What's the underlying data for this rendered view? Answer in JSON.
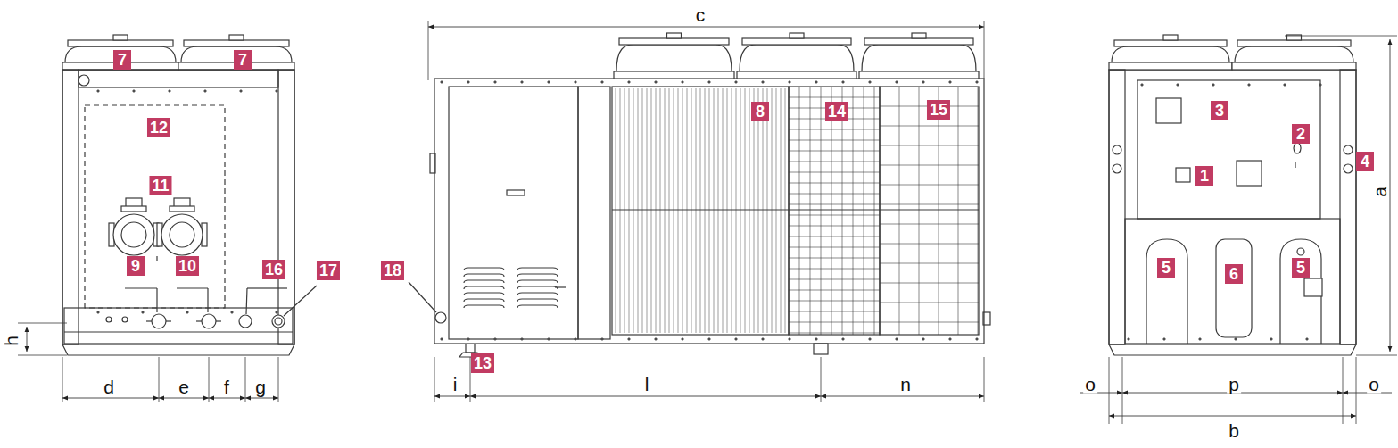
{
  "diagram": {
    "labels": [
      "7",
      "7",
      "12",
      "11",
      "9",
      "10",
      "16",
      "17",
      "h",
      "d",
      "e",
      "f",
      "g",
      "c",
      "8",
      "14",
      "15",
      "18",
      "13",
      "i",
      "l",
      "n",
      "3",
      "2",
      "1",
      "4",
      "5",
      "6",
      "5",
      "a",
      "o",
      "p",
      "o",
      "b"
    ]
  }
}
